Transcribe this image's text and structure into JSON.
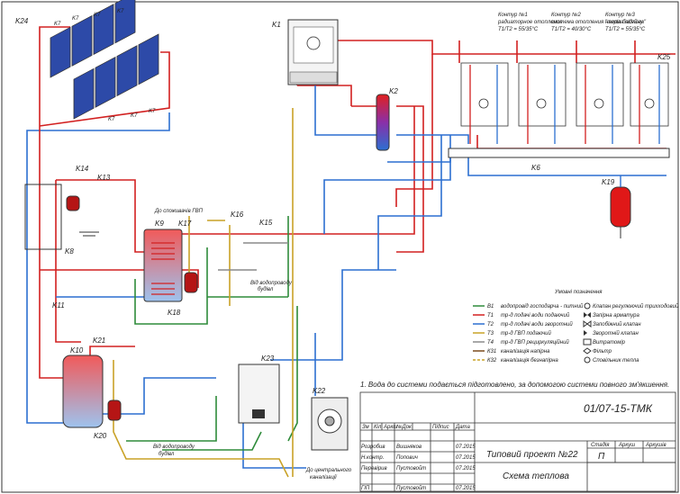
{
  "components": {
    "k1": "K1",
    "k2": "K2",
    "k6": "K6",
    "k7": "K7",
    "k8": "K8",
    "k9": "K9",
    "k10": "K10",
    "k11": "K11",
    "k13": "K13",
    "k14": "K14",
    "k15": "K15",
    "k16": "K16",
    "k17": "K17",
    "k18": "K18",
    "k19": "K19",
    "k20": "K20",
    "k21": "K21",
    "k22": "K22",
    "k23": "K23",
    "k24": "K24",
    "k25": "K25"
  },
  "circuits": [
    {
      "title": "Контур №1",
      "line2": "радиаторное отопление",
      "temps": "Т1/Т2 = 55/35°С"
    },
    {
      "title": "Контур №2",
      "line2": "система отопления \"тепла підлога\"",
      "temps": "Т1/Т2 = 40/30°С"
    },
    {
      "title": "Контур №3",
      "line2": "нагрів басейну",
      "temps": "Т1/Т2 = 55/35°С"
    }
  ],
  "annotations": {
    "dhw_user": "До споживачів ГВП",
    "water_supply_1": "Від водопроводу",
    "water_supply_1b": "будівл",
    "water_supply_2": "Від водопроводу",
    "water_supply_2b": "будівл",
    "sewer_1": "До центрального",
    "sewer_2": "каналізації"
  },
  "legend": {
    "title": "Умовні позначення",
    "lines": [
      {
        "code": "В1",
        "text": "водопровід господарча - питний",
        "color": "#2e8b3a"
      },
      {
        "code": "Т1",
        "text": "тр-д подачі води подаючий",
        "color": "#d22020"
      },
      {
        "code": "Т2",
        "text": "тр-д подачі води зворотний",
        "color": "#2c6fd1"
      },
      {
        "code": "Т3",
        "text": "тр-д ГВП подаючий",
        "color": "#c9a227"
      },
      {
        "code": "Т4",
        "text": "тр-д ГВП рециркуляційний",
        "color": "#8a8a8a"
      },
      {
        "code": "К31",
        "text": "каналізація напірна",
        "color": "#7a4a1d"
      },
      {
        "code": "К32",
        "text": "каналізація безнапірна",
        "color": "#c9a227"
      }
    ],
    "symbols": [
      "Клапан регулюючий трихходовий",
      "Запірна арматура",
      "Запобіжний клапан",
      "Зворотній клапан",
      "Витратомір",
      "Фільтр",
      "Сповільник тепла"
    ]
  },
  "note": "1. Вода до системи подається підготовлено, за допомогою системи повного зм'якшення.",
  "stamp": {
    "code": "01/07-15-ТМК",
    "title": "Типовий проект №22",
    "subtitle": "Схема теплова",
    "stage_hdr": "Стадія",
    "sheet_hdr": "Аркуш",
    "sheets_hdr": "Аркушів",
    "stage": "П",
    "hdr_cols": [
      "Зм",
      "Кіл",
      "Аркш",
      "№Док",
      "Підпис",
      "Дата"
    ],
    "rows": [
      {
        "role": "Розробив",
        "name": "Вишняков",
        "date": "07.2015"
      },
      {
        "role": "Н.контр.",
        "name": "Попович",
        "date": "07.2015"
      },
      {
        "role": "Перевірив",
        "name": "Пустовойт",
        "date": "07.2015"
      },
      {
        "role": "",
        "name": "",
        "date": ""
      },
      {
        "role": "ГІП",
        "name": "Пустовойт",
        "date": "07.2015"
      }
    ]
  },
  "colors": {
    "supply": "#d22020",
    "return": "#2c6fd1",
    "cold": "#2e8b3a",
    "dhw": "#c9a227",
    "recirc": "#8a8a8a",
    "frame": "#333333"
  }
}
